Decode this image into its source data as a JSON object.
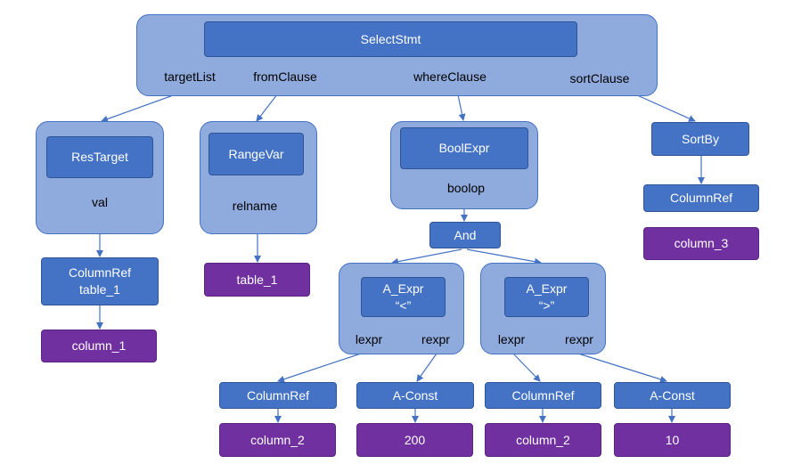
{
  "nodes": {
    "select_stmt": "SelectStmt",
    "res_target": "ResTarget",
    "range_var": "RangeVar",
    "bool_expr": "BoolExpr",
    "sort_by": "SortBy",
    "column_ref_sort": "ColumnRef",
    "column_3": "column_3",
    "column_ref_table1": "ColumnRef\ntable_1",
    "column_1": "column_1",
    "table_1": "table_1",
    "and": "And",
    "a_expr_lt": "A_Expr\n“<”",
    "a_expr_gt": "A_Expr\n“>”",
    "column_ref_lt": "ColumnRef",
    "a_const_lt": "A-Const",
    "column_ref_gt": "ColumnRef",
    "a_const_gt": "A-Const",
    "column_2_lt": "column_2",
    "const_200": "200",
    "column_2_gt": "column_2",
    "const_10": "10"
  },
  "labels": {
    "target_list": "targetList",
    "from_clause": "fromClause",
    "where_clause": "whereClause",
    "sort_clause": "sortClause",
    "val": "val",
    "relname": "relname",
    "boolop": "boolop",
    "lexpr_lt": "lexpr",
    "rexpr_lt": "rexpr",
    "lexpr_gt": "lexpr",
    "rexpr_gt": "rexpr"
  },
  "colors": {
    "node_fill": "#4472c4",
    "group_fill": "#8faadc",
    "leaf_fill": "#7030a0",
    "edge": "#4472c4"
  }
}
